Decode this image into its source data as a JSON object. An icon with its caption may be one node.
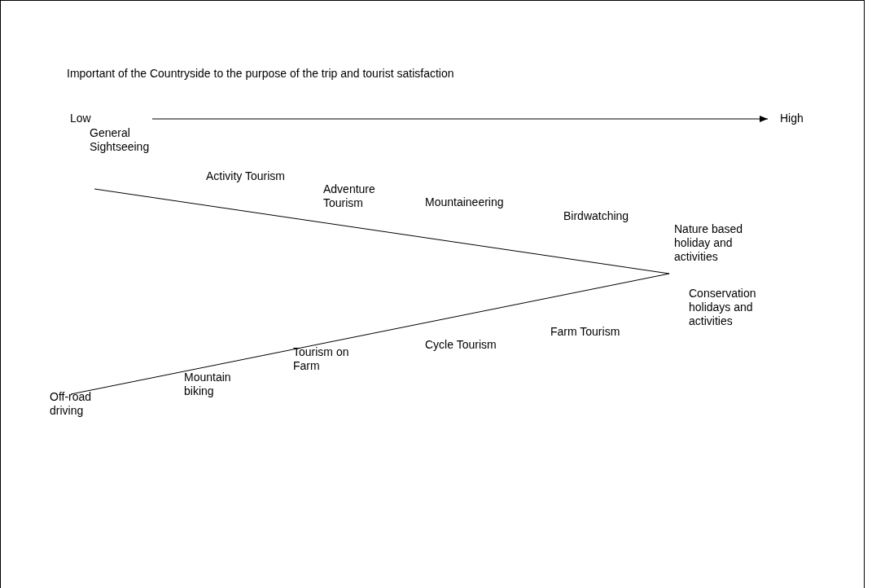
{
  "diagram": {
    "title": "Important of the Countryside to the purpose of the trip and tourist satisfaction",
    "nodes": [
      {
        "text": [
          "General Sightseeing"
        ]
      },
      {
        "text": [
          "Activity Tourism"
        ]
      },
      {
        "text": [
          "Adventure Tourism"
        ]
      },
      {
        "text": [
          "Mountaineering"
        ]
      },
      {
        "text": [
          "Birdwatching"
        ]
      },
      {
        "text": [
          "Nature based holiday and activities"
        ]
      },
      {
        "text": [
          "Conservation holidays and activities"
        ]
      },
      {
        "text": [
          "Farm Tourism"
        ]
      },
      {
        "text": [
          "Cycle Tourism"
        ]
      },
      {
        "text": [
          "Tourism on Farm"
        ]
      },
      {
        "text": [
          "Mountain biking"
        ]
      },
      {
        "text": [
          "Off-road driving"
        ]
      }
    ],
    "edges": [
      {
        "from": 0,
        "to": 5,
        "arrow": "none"
      },
      {
        "from": 11,
        "to": 5,
        "arrow": "none"
      }
    ],
    "labels": [
      "Low",
      "High"
    ]
  }
}
